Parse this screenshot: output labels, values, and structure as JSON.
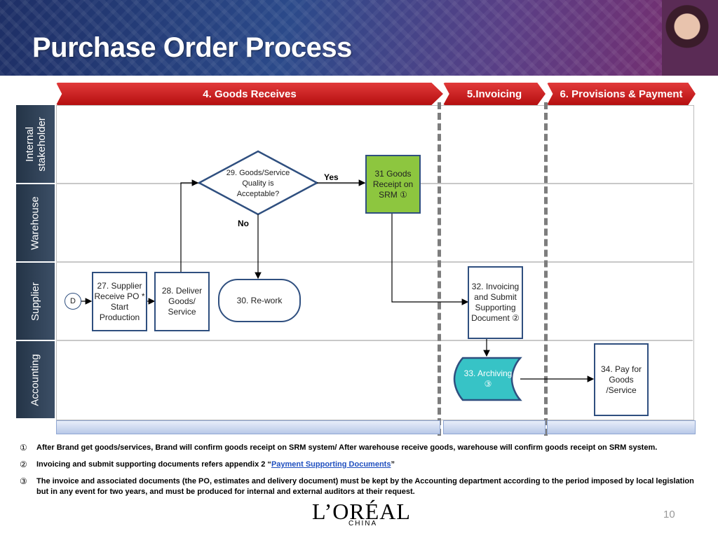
{
  "title": "Purchase Order Process",
  "phases": [
    "4. Goods Receives",
    "5.Invoicing",
    "6. Provisions & Payment"
  ],
  "lanes": [
    "Internal stakeholder",
    "Warehouse",
    "Supplier",
    "Accounting"
  ],
  "nodes": {
    "connector_d": "D",
    "n27": "27. Supplier Receive PO * Start Production",
    "n28": "28. Deliver Goods/ Service",
    "n29": "29. Goods/Service Quality is Acceptable?",
    "n30": "30. Re-work",
    "n31": "31 Goods Receipt on SRM ①",
    "n32": "32.  Invoicing and Submit Supporting Document ②",
    "n33": "33. Archiving ③",
    "n34": "34. Pay for Goods /Service"
  },
  "edge_labels": {
    "yes": "Yes",
    "no": "No"
  },
  "notes": [
    {
      "mark": "①",
      "text": "After Brand get goods/services, Brand will confirm goods receipt on SRM system/ After warehouse receive goods, warehouse will confirm goods receipt on SRM system."
    },
    {
      "mark": "②",
      "prefix": "Invoicing and submit supporting documents refers appendix 2 “",
      "link": "Payment Supporting Documents",
      "suffix": "”"
    },
    {
      "mark": "③",
      "text": "The invoice and associated documents (the PO, estimates and delivery document) must be kept by the Accounting department according to the period imposed by local legislation but in any event for two years, and must be produced for internal and external auditors at their request."
    }
  ],
  "brand": {
    "logo": "L’ORÉAL",
    "sub": "CHINA"
  },
  "page_number": "10",
  "colors": {
    "phase_red": "#cc1e1f",
    "box_border": "#2f4f7f",
    "receipt_green": "#8dc63f",
    "archive_teal": "#37c3c6",
    "lane_dark": "#2d3e52"
  }
}
